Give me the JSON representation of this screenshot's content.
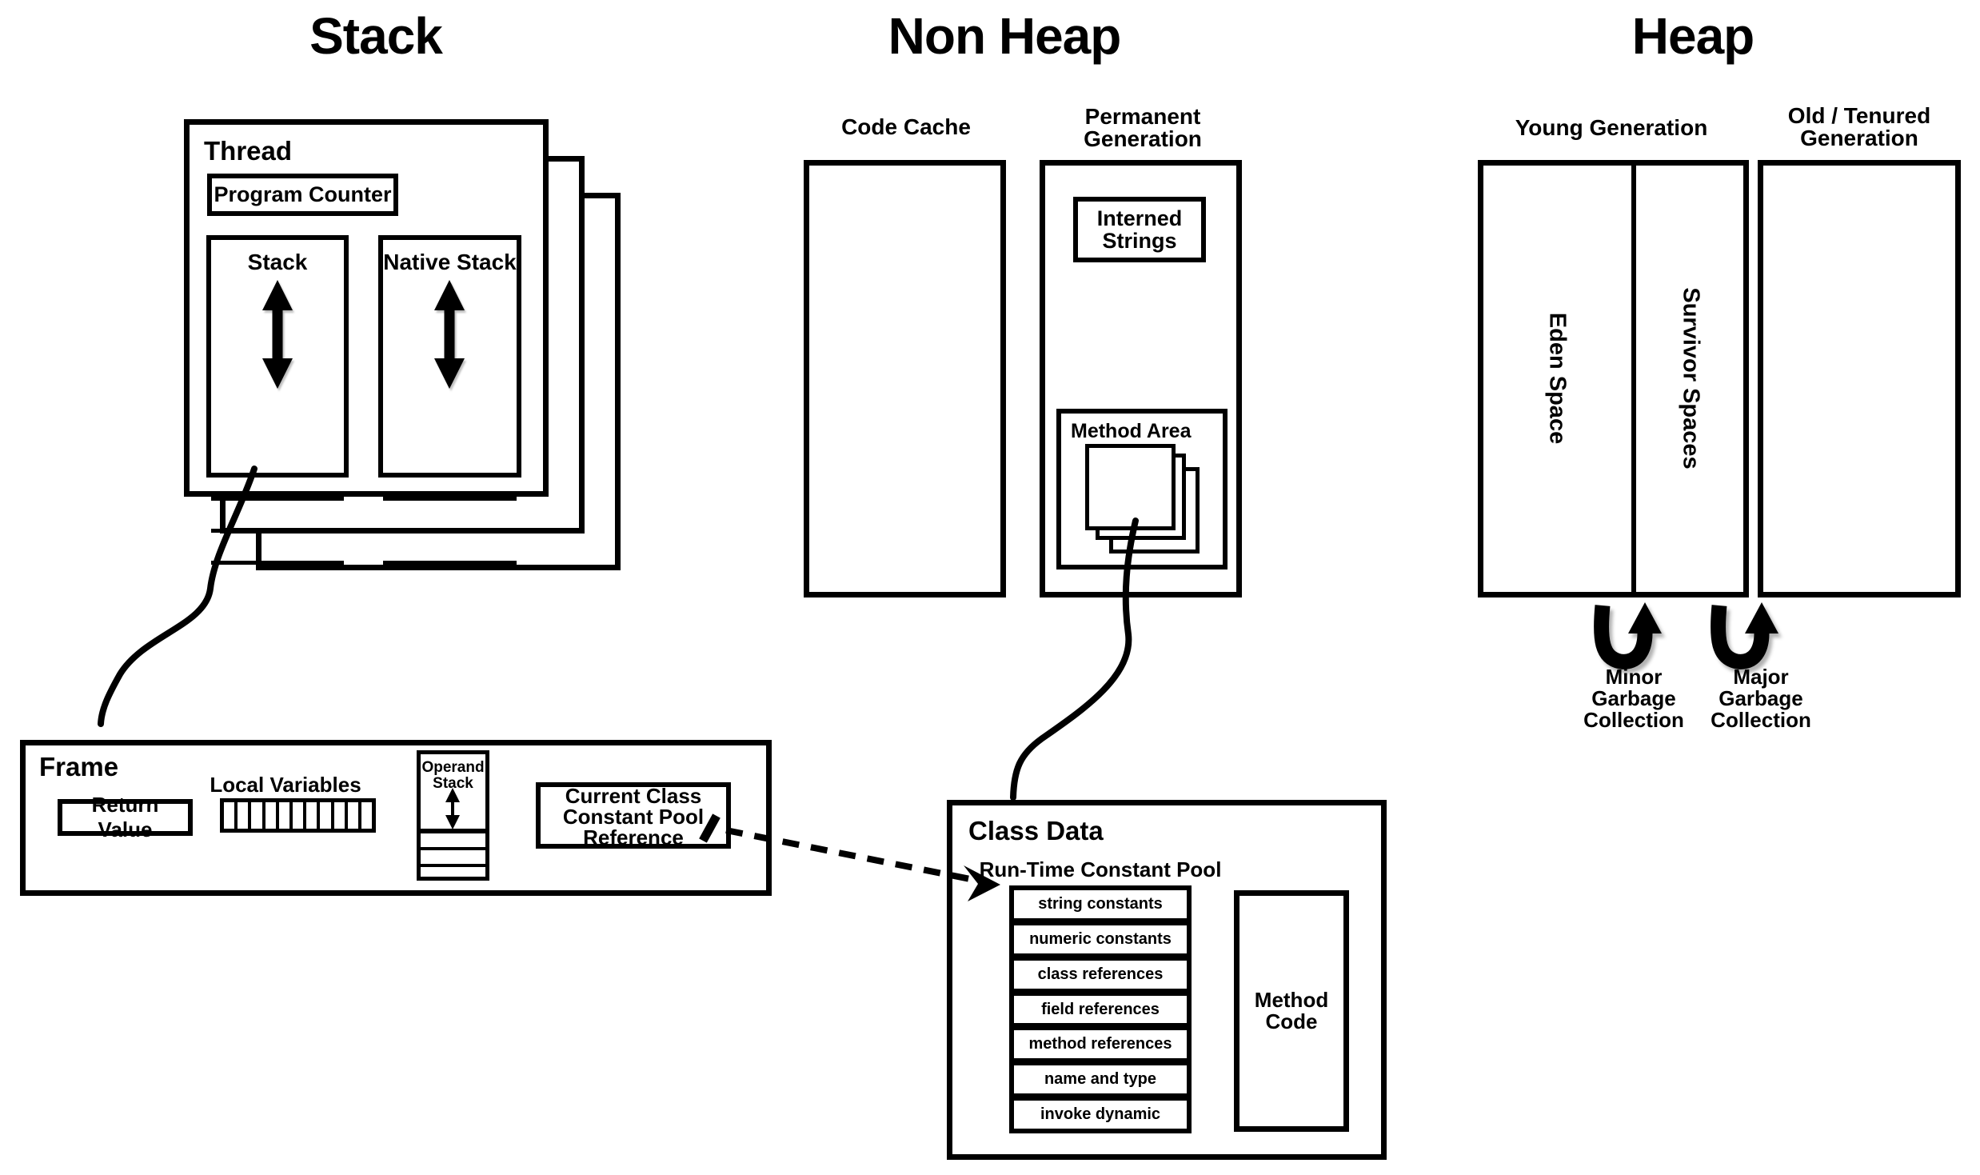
{
  "titles": {
    "stack": "Stack",
    "non_heap": "Non Heap",
    "heap": "Heap"
  },
  "stack_region": {
    "thread_label": "Thread",
    "program_counter": "Program Counter",
    "stack_box_label": "Stack",
    "native_stack_label": "Native Stack"
  },
  "frame": {
    "label": "Frame",
    "return_value": "Return Value",
    "local_variables": "Local Variables",
    "operand_stack": [
      "Operand",
      "Stack"
    ],
    "current_class": [
      "Current Class",
      "Constant Pool",
      "Reference"
    ]
  },
  "non_heap": {
    "code_cache": "Code Cache",
    "permanent_generation": [
      "Permanent",
      "Generation"
    ],
    "interned_strings": [
      "Interned",
      "Strings"
    ],
    "method_area": "Method Area"
  },
  "heap": {
    "young_generation": "Young Generation",
    "old_generation": [
      "Old / Tenured",
      "Generation"
    ],
    "eden": "Eden Space",
    "survivor": "Survivor Spaces",
    "minor_gc": [
      "Minor",
      "Garbage",
      "Collection"
    ],
    "major_gc": [
      "Major",
      "Garbage",
      "Collection"
    ]
  },
  "class_data": {
    "label": "Class Data",
    "runtime_constant_pool": "Run-Time Constant Pool",
    "pool_items": [
      "string constants",
      "numeric constants",
      "class references",
      "field references",
      "method references",
      "name and type",
      "invoke dynamic"
    ],
    "method_code": [
      "Method",
      "Code"
    ]
  },
  "colors": {
    "ink": "#000000",
    "background": "#ffffff"
  }
}
